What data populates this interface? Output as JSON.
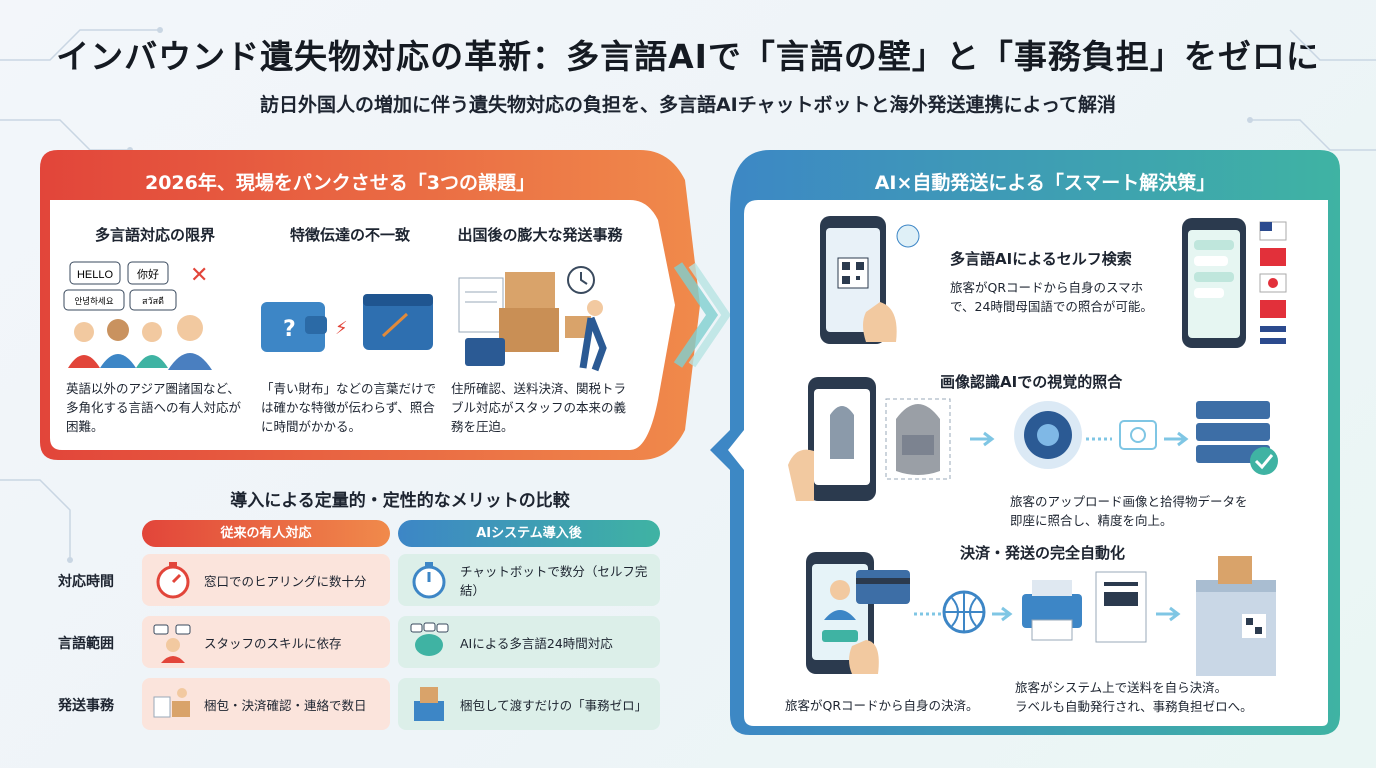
{
  "title": "インバウンド遺失物対応の革新：多言語AIで「言語の壁」と「事務負担」をゼロに",
  "subtitle": "訪日外国人の増加に伴う遺失物対応の負担を、多言語AIチャットボットと海外発送連携によって解消",
  "problems": {
    "header": "2026年、現場をパンクさせる「3つの課題」",
    "items": [
      {
        "title": "多言語対応の限界",
        "desc": "英語以外のアジア圏諸国など、多角化する言語への有人対応が困難。",
        "bubbles": [
          "HELLO",
          "你好",
          "안녕하세요",
          "สวัสดี"
        ]
      },
      {
        "title": "特徴伝達の不一致",
        "desc": "「青い財布」などの言葉だけでは確かな特徴が伝わらず、照合に時間がかかる。"
      },
      {
        "title": "出国後の膨大な発送事務",
        "desc": "住所確認、送料決済、関税トラブル対応がスタッフの本来の義務を圧迫。"
      }
    ]
  },
  "solutions": {
    "header": "AI×自動発送による「スマート解決策」",
    "items": [
      {
        "title": "多言語AIによるセルフ検索",
        "desc_line1": "旅客がQRコードから自身のスマホ",
        "desc_line2": "で、24時間母国語での照合が可能。"
      },
      {
        "title": "画像認識AIでの視覚的照合",
        "desc_line1": "旅客のアップロード画像と拾得物データを",
        "desc_line2": "即座に照合し、精度を向上。"
      },
      {
        "title": "決済・発送の完全自動化",
        "caption_left": "旅客がQRコードから自身の決済。",
        "desc_line1": "旅客がシステム上で送料を自ら決済。",
        "desc_line2": "ラベルも自動発行され、事務負担ゼロへ。"
      }
    ]
  },
  "comparison": {
    "title": "導入による定量的・定性的なメリットの比較",
    "col_old": "従来の有人対応",
    "col_new": "AIシステム導入後",
    "rows": [
      {
        "label": "対応時間",
        "old": "窓口でのヒアリングに数十分",
        "new": "チャットボットで数分（セルフ完結）"
      },
      {
        "label": "言語範囲",
        "old": "スタッフのスキルに依存",
        "new": "AIによる多言語24時間対応"
      },
      {
        "label": "発送事務",
        "old": "梱包・決済確認・連絡で数日",
        "new": "梱包して渡すだけの「事務ゼロ」"
      }
    ]
  },
  "colors": {
    "red": "#e2453a",
    "orange": "#f08a4b",
    "blue": "#3d86c6",
    "teal": "#3fb3a3"
  }
}
